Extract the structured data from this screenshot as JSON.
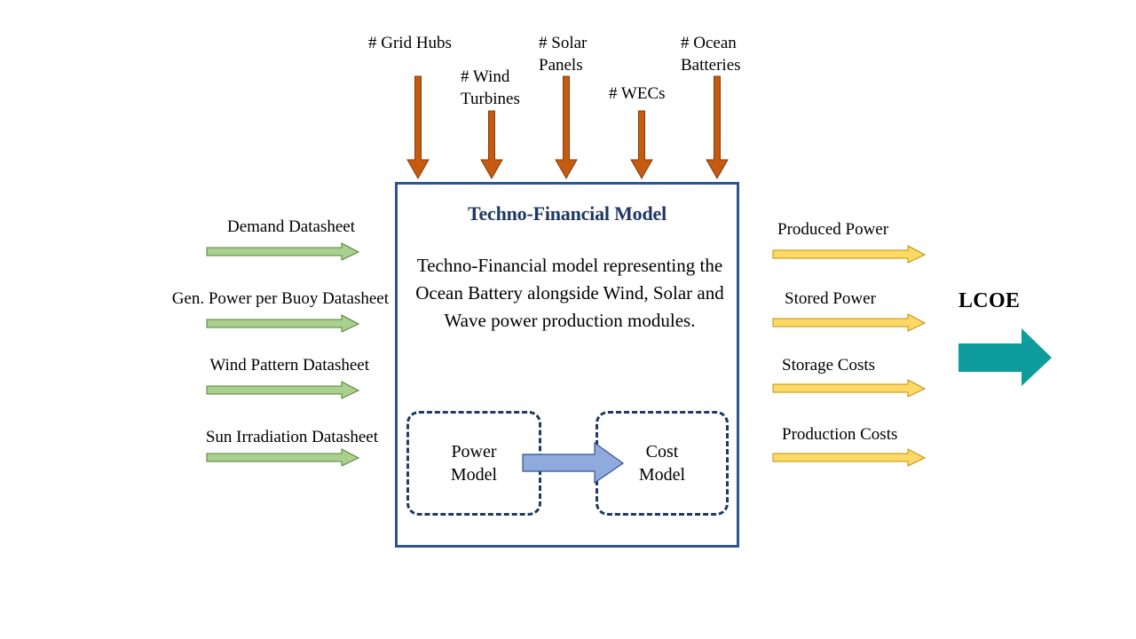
{
  "diagram": {
    "title_text": "Techno-Financial Model",
    "description": "Techno-Financial model representing the Ocean Battery alongside Wind, Solar and Wave power production modules.",
    "colors": {
      "box_border": "#2E5496",
      "title_text": "#1F3864",
      "top_arrow": "#C55A11",
      "top_arrow_outline": "#843C0C",
      "left_arrow_fill": "#A9D08E",
      "left_arrow_outline": "#548235",
      "right_arrow_fill": "#FFD966",
      "right_arrow_outline": "#BF9000",
      "sub_box_border": "#1F3864",
      "inner_arrow_fill": "#8FAADC",
      "inner_arrow_outline": "#2E5496",
      "lcoe_arrow_fill": "#0E9C9C",
      "background": "#FFFFFF"
    }
  },
  "top_inputs": [
    {
      "label": "# Grid Hubs"
    },
    {
      "label": "# Wind\nTurbines"
    },
    {
      "label": "# Solar\nPanels"
    },
    {
      "label": "# WECs"
    },
    {
      "label": "# Ocean\nBatteries"
    }
  ],
  "left_inputs": [
    {
      "label": "Demand  Datasheet"
    },
    {
      "label": "Gen. Power per Buoy Datasheet"
    },
    {
      "label": "Wind  Pattern Datasheet"
    },
    {
      "label": "Sun Irradiation  Datasheet"
    }
  ],
  "right_outputs": [
    {
      "label": "Produced Power"
    },
    {
      "label": "Stored Power"
    },
    {
      "label": "Storage  Costs"
    },
    {
      "label": "Production Costs"
    }
  ],
  "sub_models": [
    {
      "label": "Power\nModel"
    },
    {
      "label": "Cost\nModel"
    }
  ],
  "result": {
    "label": "LCOE"
  }
}
